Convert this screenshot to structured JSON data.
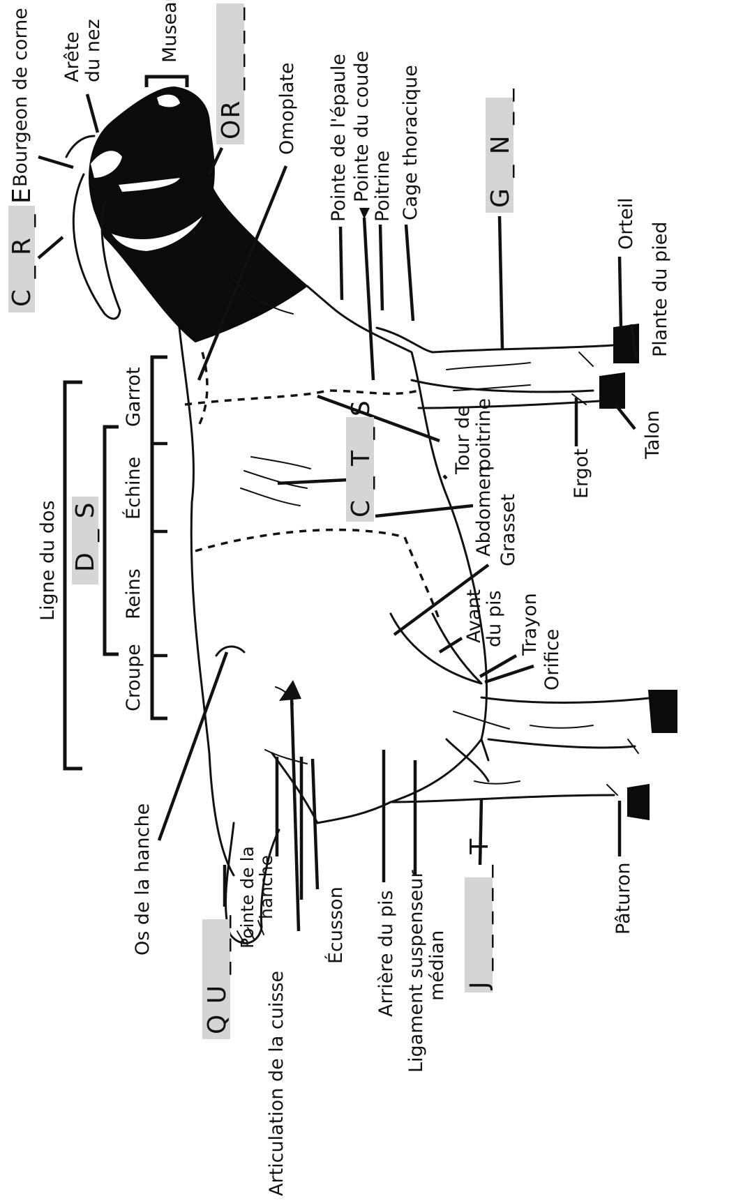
{
  "labels": {
    "museau": "Museau",
    "arete_nez_1": "Arête",
    "arete_nez_2": "du nez",
    "bourgeon_corne": "Bourgeon de corne",
    "omoplate": "Omoplate",
    "pointe_epaule": "Pointe de l'épaule",
    "pointe_coude": "Pointe du coude",
    "poitrine": "Poitrine",
    "cage_thoracique": "Cage thoracique",
    "orteil": "Orteil",
    "plante_pied": "Plante du pied",
    "talon": "Talon",
    "ergot": "Ergot",
    "tour_poitrine_1": "Tour de",
    "tour_poitrine_2": "poitrine",
    "abdomen": "Abdomen",
    "grasset": "Grasset",
    "avant_pis_1": "Avant",
    "avant_pis_2": "du pis",
    "trayon": "Trayon",
    "orifice": "Orifice",
    "ligne_dos": "Ligne du dos",
    "garrot": "Garrot",
    "echine": "Échine",
    "reins": "Reins",
    "croupe": "Croupe",
    "os_hanche": "Os de la hanche",
    "pointe_hanche_1": "Pointe de la",
    "pointe_hanche_2": "hanche",
    "articulation_cuisse": "Articulation de la cuisse",
    "ecusson": "Écusson",
    "arriere_pis": "Arrière du pis",
    "ligament_1": "Ligament suspenseur",
    "ligament_2": "médian",
    "paturon": "Pâturon"
  },
  "quiz": {
    "corne": "C _ R _ E",
    "oreille": "OR _ _ _ _ _",
    "dos": "D _ S",
    "cotes": "C _ T _ S",
    "genou": "G _ N _ _",
    "queue": "Q U _ _ _",
    "jarret": "J _ _ _ _ _ T"
  },
  "colors": {
    "quiz_fill": "#d5d5d5",
    "ink": "#111111",
    "background": "#ffffff"
  }
}
